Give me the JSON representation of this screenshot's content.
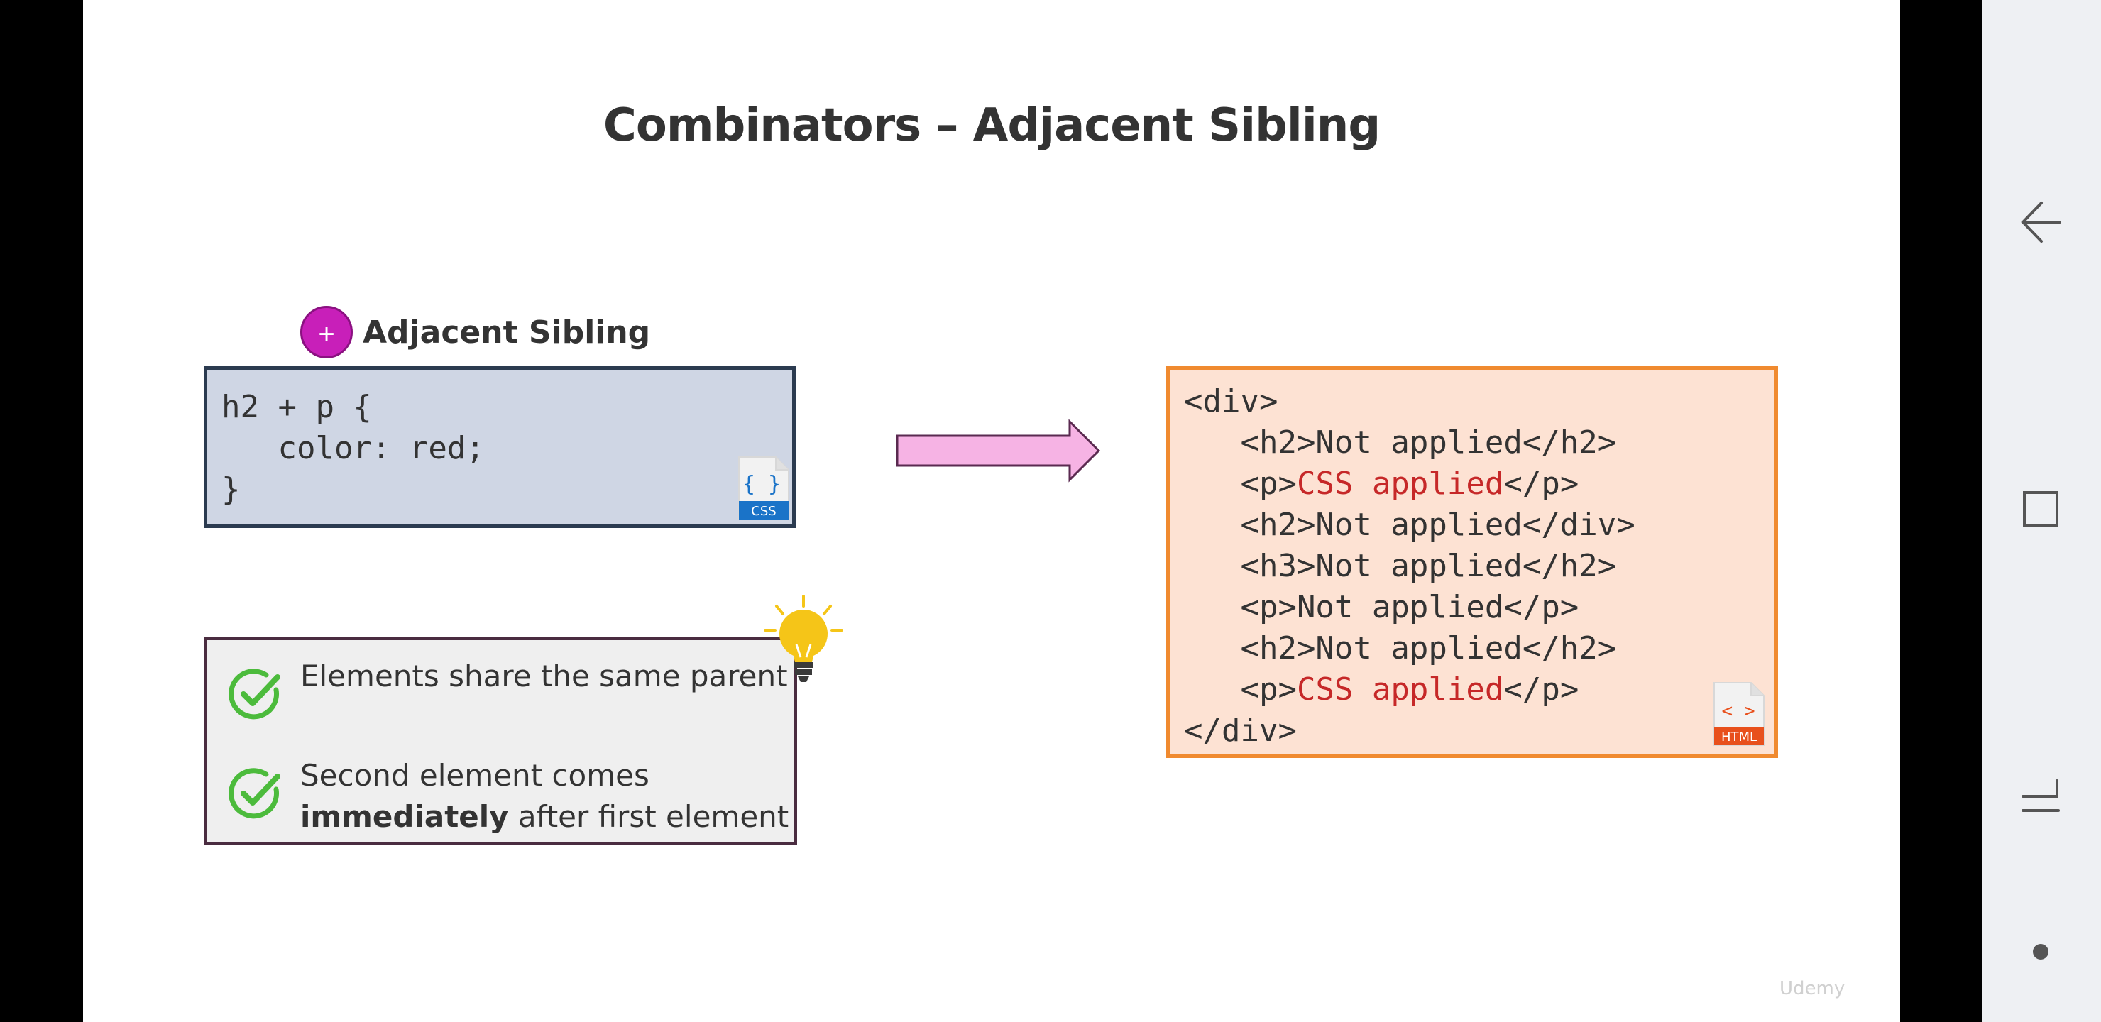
{
  "slide": {
    "title": "Combinators – Adjacent Sibling",
    "selector_badge": {
      "symbol": "+",
      "label": "Adjacent Sibling",
      "color": "#c81fb9"
    },
    "css_code": {
      "lines": [
        "h2 + p {",
        "   color: red;",
        "}"
      ],
      "icon_symbol": "{ }",
      "icon_label": "CSS",
      "icon_color": "#1a73c8"
    },
    "html_code": {
      "lines": [
        {
          "pre": "<div>",
          "red": "",
          "post": ""
        },
        {
          "pre": "   <h2>Not applied</h2>",
          "red": "",
          "post": ""
        },
        {
          "pre": "   <p>",
          "red": "CSS applied",
          "post": "</p>"
        },
        {
          "pre": "   <h2>Not applied</div>",
          "red": "",
          "post": ""
        },
        {
          "pre": "   <h3>Not applied</h2>",
          "red": "",
          "post": ""
        },
        {
          "pre": "   <p>Not applied</p>",
          "red": "",
          "post": ""
        },
        {
          "pre": "   <h2>Not applied</h2>",
          "red": "",
          "post": ""
        },
        {
          "pre": "   <p>",
          "red": "CSS applied",
          "post": "</p>"
        },
        {
          "pre": "</div>",
          "red": "",
          "post": ""
        }
      ],
      "icon_symbol": "< >",
      "icon_label": "HTML",
      "icon_color": "#e8501c"
    },
    "tips": {
      "tip1": "Elements share the same parent",
      "tip2_bold": "immediately",
      "tip2_pre": "Second element comes",
      "tip2_post": "after first element"
    },
    "watermark": "Udemy"
  },
  "nav": {
    "icons": [
      "back-icon",
      "recent-apps-icon",
      "overview-icon",
      "home-dot-icon"
    ]
  },
  "colors": {
    "css_box_bg": "#cfd6e4",
    "html_box_bg": "#fde2d3",
    "html_box_border": "#f08a2f",
    "arrow": "#f6b3e4",
    "check": "#4cbb3c",
    "highlight": "#c62828"
  }
}
